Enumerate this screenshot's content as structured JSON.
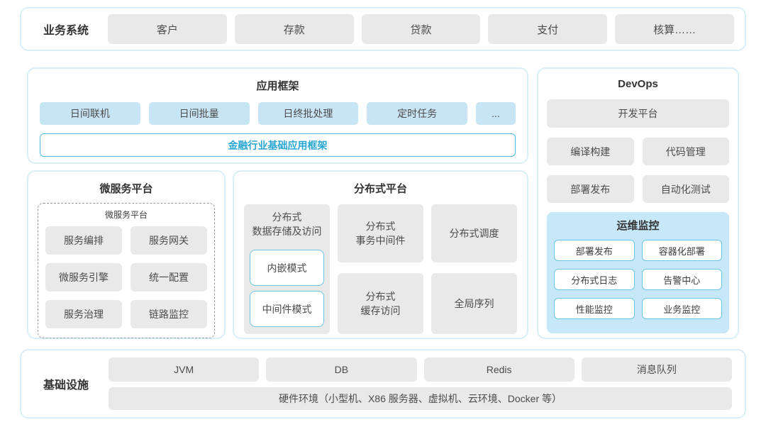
{
  "colors": {
    "panel_border": "#d9eff6",
    "gray_button_bg": "#e9e9ea",
    "blue_button_bg": "#c8e5f5",
    "ops_panel_bg": "#c6e8f8",
    "cyan_border": "#6cc5e2",
    "accent_text": "#29a6d2",
    "text": "#4c4c4c"
  },
  "business_systems": {
    "label": "业务系统",
    "items": [
      "客户",
      "存款",
      "贷款",
      "支付",
      "核算……"
    ]
  },
  "app_framework": {
    "title": "应用框架",
    "items": [
      "日间联机",
      "日间批量",
      "日终批处理",
      "定时任务",
      "..."
    ],
    "base": "金融行业基础应用框架"
  },
  "microservice": {
    "title": "微服务平台",
    "inner_title": "微服务平台",
    "items": [
      "服务编排",
      "服务网关",
      "微服务引擎",
      "统一配置",
      "服务治理",
      "链路监控"
    ]
  },
  "distributed": {
    "title": "分布式平台",
    "storage": {
      "label": "分布式\n数据存储及访问",
      "modes": [
        "内嵌模式",
        "中间件模式"
      ]
    },
    "transaction": "分布式\n事务中间件",
    "cache": "分布式\n缓存访问",
    "schedule": "分布式调度",
    "sequence": "全局序列"
  },
  "devops": {
    "title": "DevOps",
    "platform": "开发平台",
    "items": [
      "编译构建",
      "代码管理",
      "部署发布",
      "自动化测试"
    ],
    "ops_monitor": {
      "title": "运维监控",
      "items": [
        "部署发布",
        "容器化部署",
        "分布式日志",
        "告警中心",
        "性能监控",
        "业务监控"
      ]
    }
  },
  "infrastructure": {
    "label": "基础设施",
    "items": [
      "JVM",
      "DB",
      "Redis",
      "消息队列"
    ],
    "hardware": "硬件环境（小型机、X86 服务器、虚拟机、云环境、Docker 等）"
  }
}
